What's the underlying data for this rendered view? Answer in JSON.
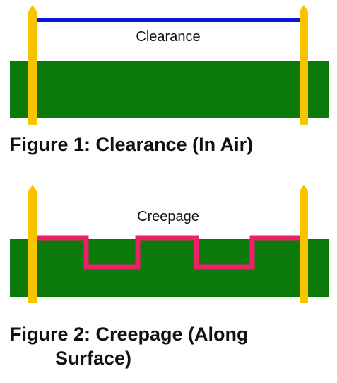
{
  "colors": {
    "board": "#0b7a0b",
    "pin": "#f6c400",
    "clearance_line": "#0a1ad8",
    "creepage_line": "#ef1f6a",
    "text": "#111111"
  },
  "figure1": {
    "line_label": "Clearance",
    "caption": "Figure 1: Clearance (In Air)"
  },
  "figure2": {
    "line_label": "Creepage",
    "caption_line1": "Figure 2: Creepage (Along",
    "caption_line2": "Surface)"
  }
}
